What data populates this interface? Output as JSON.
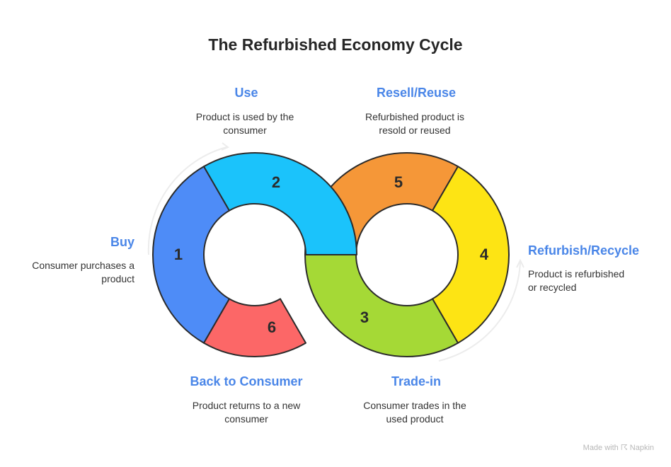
{
  "title": "The Refurbished Economy Cycle",
  "steps": [
    {
      "number": "1",
      "label": "Buy",
      "description": "Consumer purchases a product",
      "color": "#4e8cf7"
    },
    {
      "number": "2",
      "label": "Use",
      "description": "Product is used by the consumer",
      "color": "#1bc3fb"
    },
    {
      "number": "3",
      "label": "Trade-in",
      "description": "Consumer trades in the used product",
      "color": "#a5d936"
    },
    {
      "number": "4",
      "label": "Refurbish/Recycle",
      "description": "Product is refurbished or recycled",
      "color": "#fde414"
    },
    {
      "number": "5",
      "label": "Resell/Reuse",
      "description": "Refurbished product is resold or reused",
      "color": "#f59738"
    },
    {
      "number": "6",
      "label": "Back to Consumer",
      "description": "Product returns to a new consumer",
      "color": "#fc6767"
    }
  ],
  "desc_lines": {
    "buy": [
      "Consumer purchases a",
      "product"
    ],
    "use": [
      "Product is used by the",
      "consumer"
    ],
    "resell": [
      "Refurbished product is",
      "resold or reused"
    ],
    "refurbish": [
      "Product is refurbished",
      "or recycled"
    ],
    "back": [
      "Product returns to a new",
      "consumer"
    ],
    "trade": [
      "Consumer trades in the",
      "used product"
    ]
  },
  "colors": {
    "label": "#4a86e8",
    "stroke": "#2b2b2b"
  },
  "watermark": "Made with ☈ Napkin"
}
